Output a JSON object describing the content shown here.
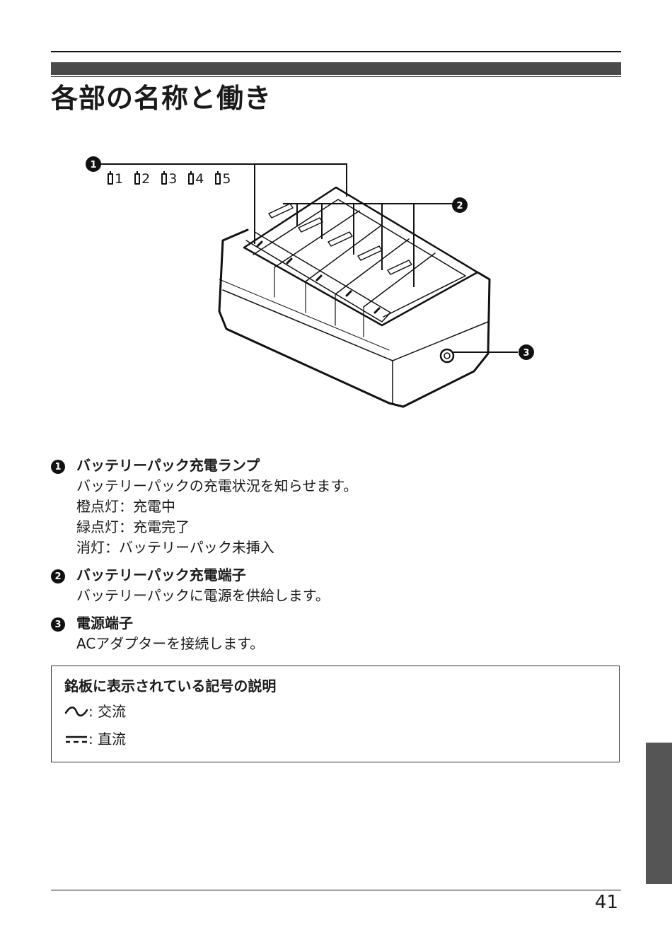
{
  "page": {
    "title": "各部の名称と働き",
    "page_number": "41"
  },
  "figure": {
    "slot_labels": [
      "1",
      "2",
      "3",
      "4",
      "5"
    ],
    "callouts": [
      "❶",
      "❷",
      "❸"
    ]
  },
  "items": [
    {
      "marker": "1",
      "title": "バッテリーパック充電ランプ",
      "lines": [
        "バッテリーパックの充電状況を知らせます。",
        "橙点灯：充電中",
        "緑点灯：充電完了",
        "消灯：バッテリーパック未挿入"
      ]
    },
    {
      "marker": "2",
      "title": "バッテリーパック充電端子",
      "lines": [
        "バッテリーパックに電源を供給します。"
      ]
    },
    {
      "marker": "3",
      "title": "電源端子",
      "lines": [
        "ACアダプターを接続します。"
      ]
    }
  ],
  "notice": {
    "title": "銘板に表示されている記号の説明",
    "ac_label": ": 交流",
    "dc_label": ": 直流",
    "ac_icon": "ac-symbol-icon",
    "dc_icon": "dc-symbol-icon"
  }
}
